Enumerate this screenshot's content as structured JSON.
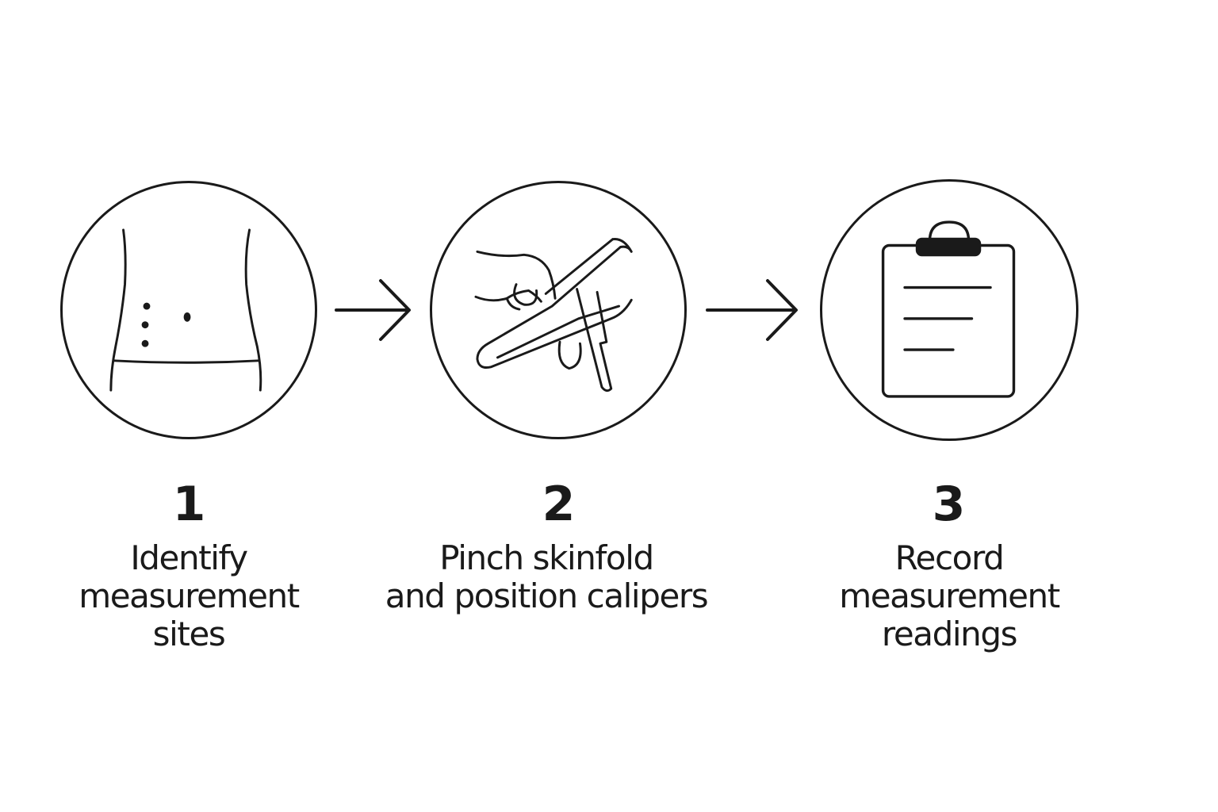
{
  "steps": [
    {
      "number": "1",
      "label_lines": [
        "Identify",
        "measurement",
        "sites"
      ],
      "icon": "torso-icon"
    },
    {
      "number": "2",
      "label_lines": [
        "Pinch skinfold",
        "and position calipers"
      ],
      "icon": "caliper-icon"
    },
    {
      "number": "3",
      "label_lines": [
        "Record",
        "measurement",
        "readings"
      ],
      "icon": "clipboard-icon"
    }
  ],
  "colors": {
    "stroke": "#1a1a1a",
    "background": "#ffffff"
  }
}
